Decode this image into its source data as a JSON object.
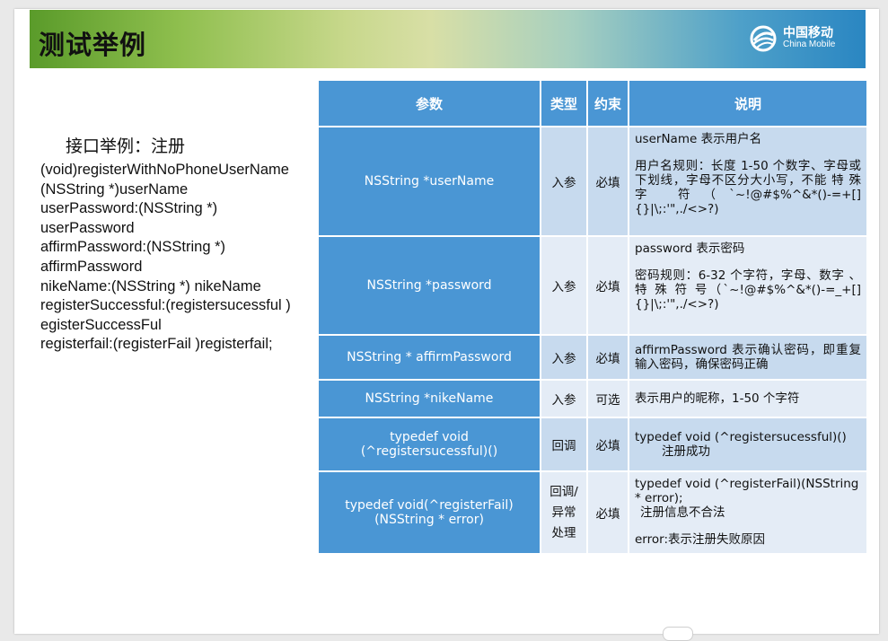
{
  "slide": {
    "title": "测试举例",
    "logo": {
      "cn": "中国移动",
      "en": "China Mobile"
    }
  },
  "left_panel": {
    "heading": "接口举例：注册",
    "lines": [
      "(void)registerWithNoPhoneUserName",
      "(NSString *)userName",
      "userPassword:(NSString *)",
      "userPassword",
      "affirmPassword:(NSString *)",
      "affirmPassword",
      "nikeName:(NSString *) nikeName",
      "registerSuccessful:(registersucessful )",
      "egisterSuccessFul",
      "registerfail:(registerFail )registerfail;"
    ]
  },
  "table": {
    "headers": [
      "参数",
      "类型",
      "约束",
      "说明"
    ],
    "rows": [
      {
        "name": "NSString *userName",
        "type": "入参",
        "constraint": "必填",
        "desc": [
          "userName 表示用户名",
          "用户名规则：长度 1-50 个数字、字母或下划线，字母不区分大小写，不能 特 殊 字 符（`~!@#$%^&*()-=+[]{}|\\;:'\",./<>?)"
        ]
      },
      {
        "name": "NSString *password",
        "type": "入参",
        "constraint": "必填",
        "desc": [
          "password 表示密码",
          "密码规则：6-32 个字符，字母、数字 、 特 殊 符 号（`~!@#$%^&*()-=_+[]{}|\\;:'\",./<>?)"
        ]
      },
      {
        "name": "NSString * affirmPassword",
        "type": "入参",
        "constraint": "必填",
        "desc": [
          "affirmPassword 表示确认密码，即重复输入密码，确保密码正确"
        ]
      },
      {
        "name": "NSString *nikeName",
        "type": "入参",
        "constraint": "可选",
        "desc": [
          "表示用户的昵称，1-50 个字符"
        ]
      },
      {
        "name": "typedef void (^registersucessful)()",
        "type": "回调",
        "constraint": "必填",
        "desc": [
          "typedef void (^registersucessful)()",
          "注册成功"
        ]
      },
      {
        "name": "typedef void(^registerFail) (NSString * error)",
        "type_lines": [
          "回调/",
          "异常",
          "处理"
        ],
        "constraint": "必填",
        "desc": [
          "typedef void (^registerFail)(NSString * error);",
          "注册信息不合法",
          "error:表示注册失败原因"
        ]
      }
    ]
  }
}
